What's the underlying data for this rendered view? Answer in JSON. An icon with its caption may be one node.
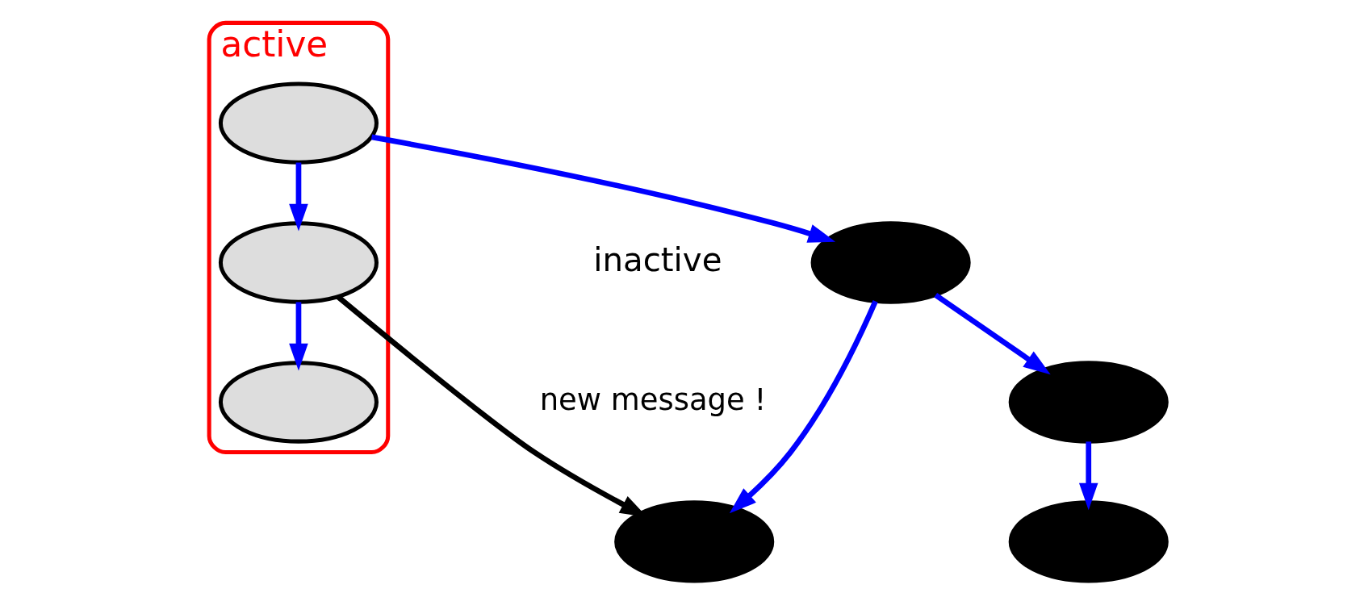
{
  "diagram": {
    "nodes": [
      {
        "text": [
          "active"
        ]
      },
      {
        "text": [],
        "shape": "ellipse",
        "in": 0
      },
      {
        "text": [],
        "shape": "ellipse",
        "beside": [
          "inactive"
        ]
      },
      {
        "text": [],
        "shape": "ellipse",
        "in": 0
      },
      {
        "text": [],
        "shape": "ellipse"
      },
      {
        "text": [],
        "shape": "ellipse"
      },
      {
        "text": [],
        "shape": "ellipse",
        "in": 0
      },
      {
        "text": [],
        "shape": "ellipse"
      }
    ],
    "edges": [
      {
        "from": 1,
        "to": 2,
        "arrow": "to"
      },
      {
        "from": 1,
        "to": 3,
        "arrow": "to"
      },
      {
        "from": 2,
        "to": 4,
        "arrow": "to"
      },
      {
        "from": 2,
        "to": 5,
        "arrow": "to"
      },
      {
        "from": 3,
        "to": 6,
        "arrow": "to"
      },
      {
        "from": 4,
        "to": 7,
        "arrow": "to"
      },
      {
        "from": 3,
        "to": 5,
        "arrow": "to",
        "color": "#000000",
        "label": "new message !"
      }
    ]
  }
}
